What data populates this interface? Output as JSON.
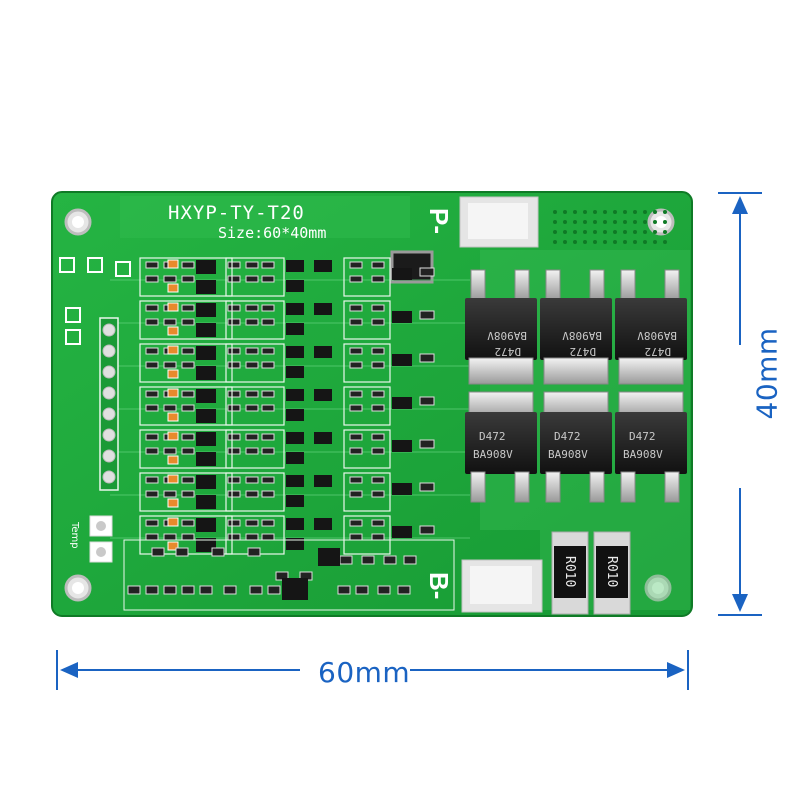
{
  "board": {
    "model_text": "HXYP-TY-T20",
    "size_text": "Size:60*40mm",
    "pad_p_label": "P-",
    "pad_b_label": "B-",
    "temp_label": "Temp",
    "mosfet_marking_top": "BA908V",
    "mosfet_marking_bottom": "D472",
    "shunt_label": "R010"
  },
  "dimensions": {
    "width_label": "60mm",
    "height_label": "40mm"
  },
  "colors": {
    "pcb_green": "#1fa83a",
    "pcb_dark": "#138a2c",
    "pad_silver": "#d9d9d9",
    "dimension_blue": "#1a63c2",
    "background": "#ffffff"
  }
}
